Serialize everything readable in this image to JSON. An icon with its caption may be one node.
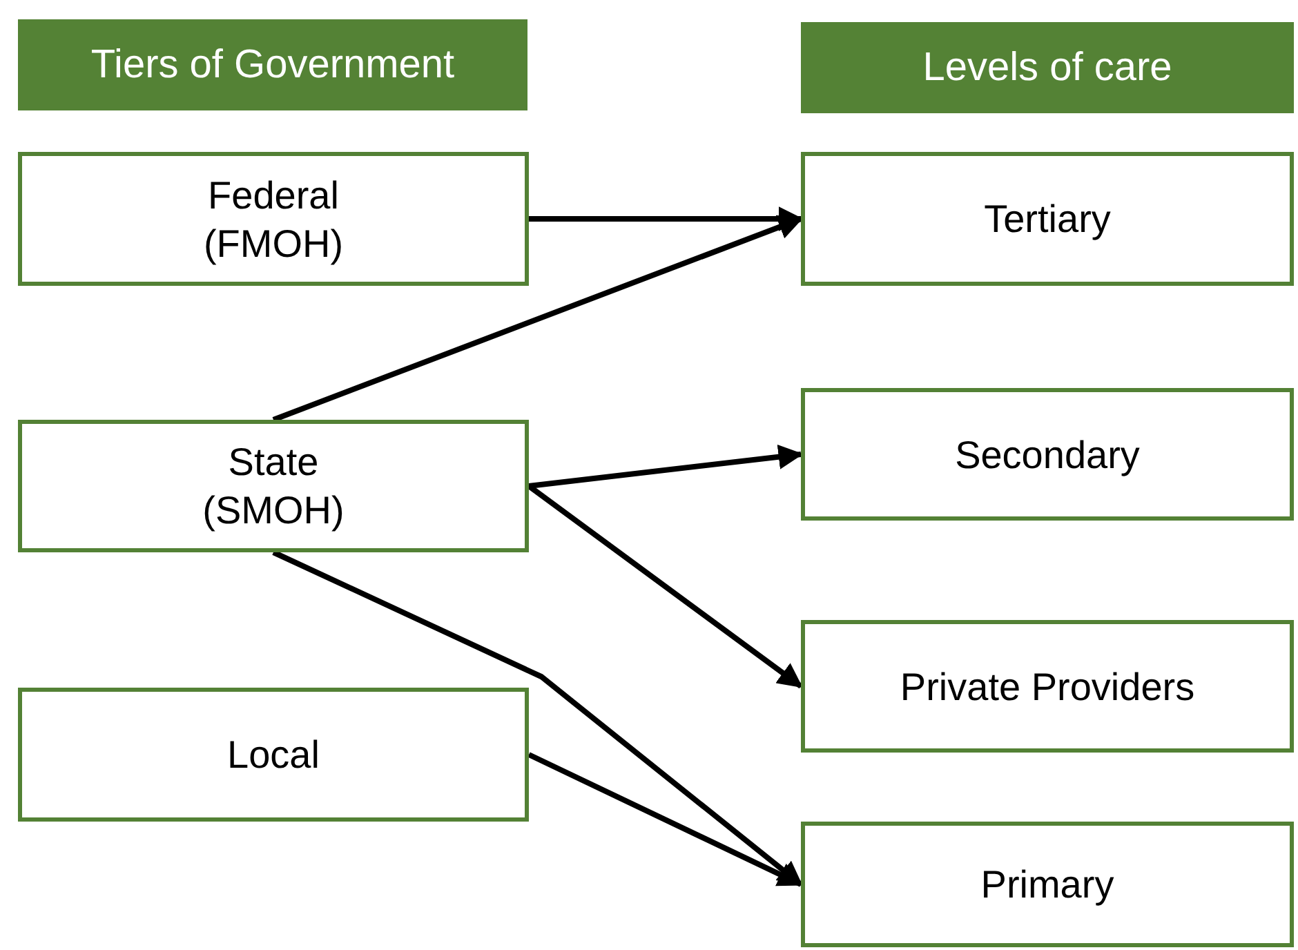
{
  "diagram": {
    "nodes": [
      {
        "text": [
          "Tiers of Government"
        ]
      },
      {
        "text": [
          "Levels of care"
        ]
      },
      {
        "text": [
          "Federal (FMOH)"
        ]
      },
      {
        "text": [
          "State (SMOH)"
        ]
      },
      {
        "text": [
          "Local"
        ]
      },
      {
        "text": [
          "Tertiary"
        ]
      },
      {
        "text": [
          "Secondary"
        ]
      },
      {
        "text": [
          "Private Providers"
        ]
      },
      {
        "text": [
          "Primary"
        ]
      }
    ],
    "edges": [
      {
        "from": 2,
        "to": 5,
        "arrow": "to"
      },
      {
        "from": 3,
        "to": 5,
        "arrow": "to"
      },
      {
        "from": 3,
        "to": 6,
        "arrow": "to"
      },
      {
        "from": 3,
        "to": 7,
        "arrow": "to"
      },
      {
        "from": 3,
        "to": 8,
        "arrow": "to"
      },
      {
        "from": 4,
        "to": 8,
        "arrow": "to"
      }
    ]
  }
}
